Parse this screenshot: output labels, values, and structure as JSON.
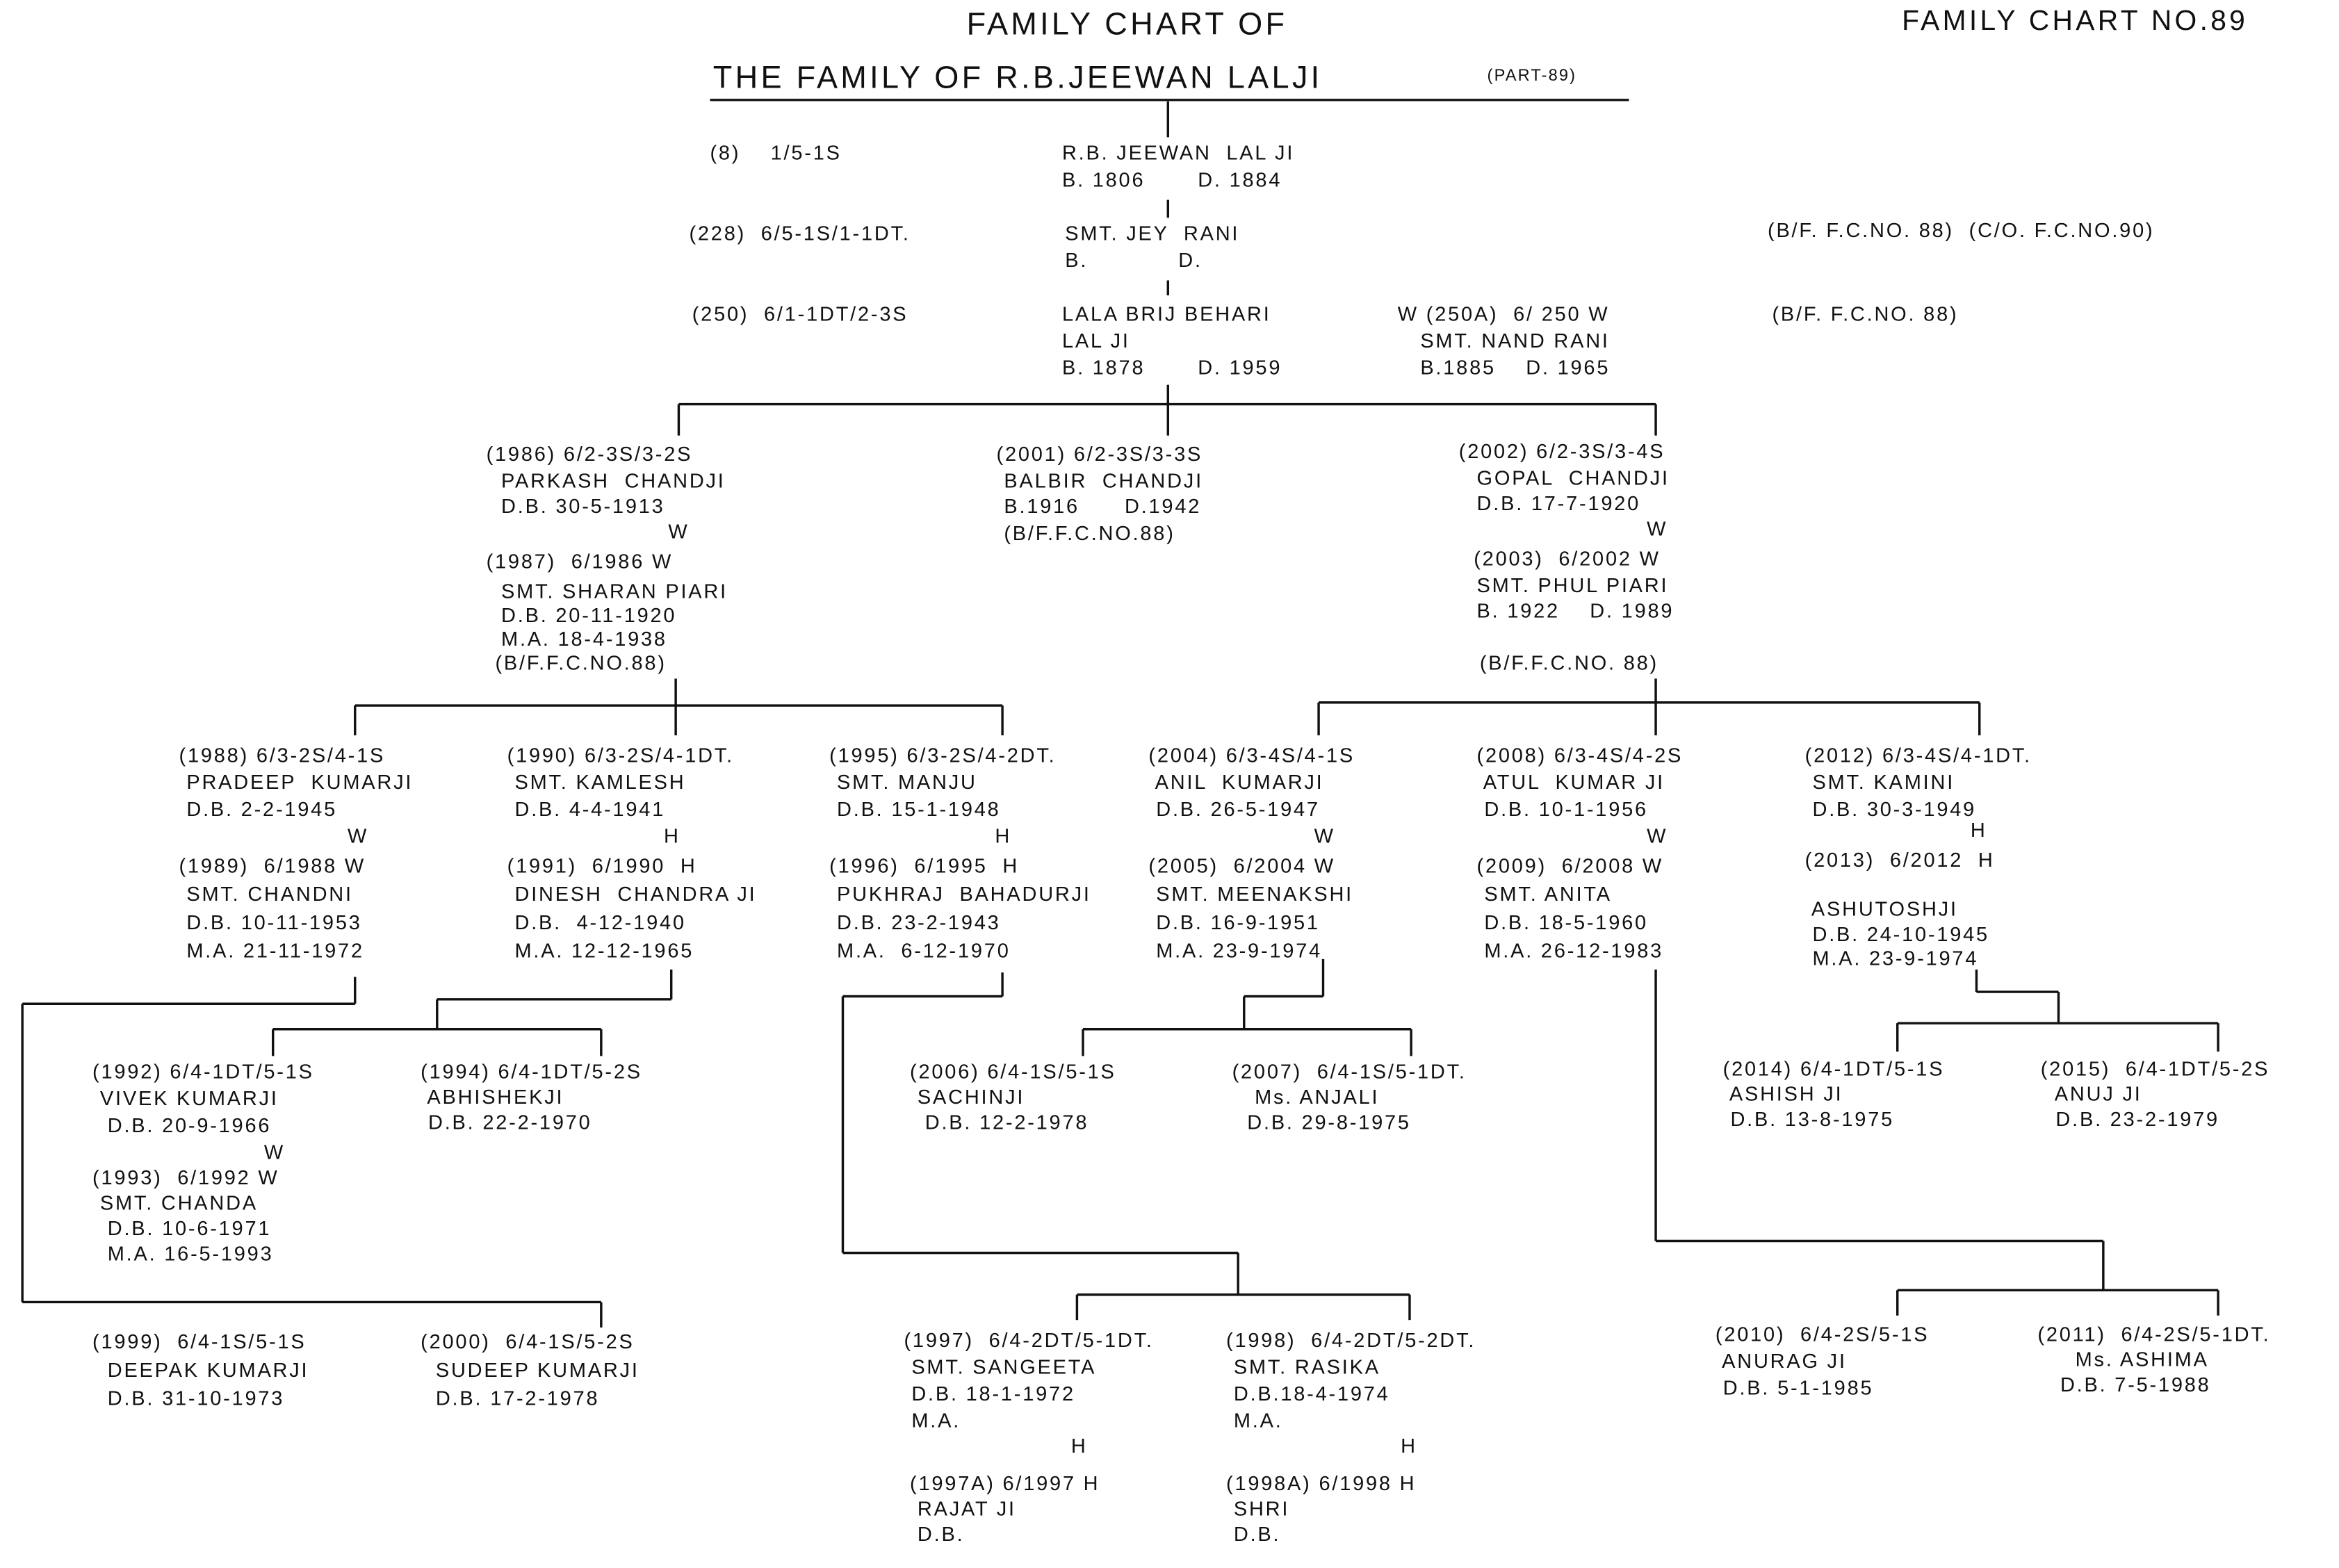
{
  "header": {
    "title_line1": "FAMILY CHART OF",
    "title_line2": "THE FAMILY OF R.B.JEEWAN LALJI",
    "part": "(PART-89)",
    "chart_no": "FAMILY CHART NO.89"
  },
  "blocks": {
    "c8": [
      "(8)    1/5-1S"
    ],
    "n8": [
      "R.B. JEEWAN  LAL JI",
      "B. 1806       D. 1884"
    ],
    "c228": [
      "(228)  6/5-1S/1-1DT."
    ],
    "n228": [
      "SMT. JEY  RANI",
      "B.            D."
    ],
    "r228": [
      "(B/F. F.C.NO. 88)  (C/O. F.C.NO.90)"
    ],
    "c250": [
      "(250)  6/1-1DT/2-3S"
    ],
    "n250": [
      "LALA BRIJ BEHARI",
      "LAL JI",
      "B. 1878       D. 1959"
    ],
    "n250a": [
      "W (250A)  6/ 250 W",
      "   SMT. NAND RANI",
      "   B.1885    D. 1965"
    ],
    "r250": [
      "(B/F. F.C.NO. 88)"
    ],
    "n1986h": [
      "(1986) 6/2-3S/3-2S"
    ],
    "n1986": [
      "PARKASH  CHANDJI",
      "D.B. 30-5-1913"
    ],
    "w1986": [
      "W"
    ],
    "n1987h": [
      "(1987)  6/1986 W"
    ],
    "n1987": [
      "SMT. SHARAN PIARI",
      "D.B. 20-11-1920",
      "M.A. 18-4-1938"
    ],
    "n1987r": [
      "(B/F.F.C.NO.88)"
    ],
    "n2001": [
      "(2001) 6/2-3S/3-3S",
      " BALBIR  CHANDJI",
      " B.1916      D.1942",
      " (B/F.F.C.NO.88)"
    ],
    "n2002h": [
      "(2002) 6/2-3S/3-4S"
    ],
    "n2002": [
      "GOPAL  CHANDJI",
      "D.B. 17-7-1920"
    ],
    "w2002": [
      "W"
    ],
    "n2003h": [
      "(2003)  6/2002 W"
    ],
    "n2003": [
      "SMT. PHUL PIARI",
      "B. 1922    D. 1989"
    ],
    "n2003r": [
      "(B/F.F.C.NO. 88)"
    ],
    "n1988": [
      "(1988) 6/3-2S/4-1S",
      " PRADEEP  KUMARJI",
      " D.B. 2-2-1945"
    ],
    "w1988": [
      "W"
    ],
    "n1989": [
      "(1989)  6/1988 W",
      " SMT. CHANDNI",
      " D.B. 10-11-1953",
      " M.A. 21-11-1972"
    ],
    "n1990": [
      "(1990) 6/3-2S/4-1DT.",
      " SMT. KAMLESH",
      " D.B. 4-4-1941"
    ],
    "h1990": [
      "H"
    ],
    "n1991": [
      "(1991)  6/1990  H",
      " DINESH  CHANDRA JI",
      " D.B.  4-12-1940",
      " M.A. 12-12-1965"
    ],
    "n1995": [
      "(1995) 6/3-2S/4-2DT.",
      " SMT. MANJU",
      " D.B. 15-1-1948"
    ],
    "h1995": [
      "H"
    ],
    "n1996": [
      "(1996)  6/1995  H",
      " PUKHRAJ  BAHADURJI",
      " D.B. 23-2-1943",
      " M.A.  6-12-1970"
    ],
    "n2004": [
      "(2004) 6/3-4S/4-1S",
      " ANIL  KUMARJI",
      " D.B. 26-5-1947"
    ],
    "w2004": [
      "W"
    ],
    "n2005": [
      "(2005)  6/2004 W",
      " SMT. MEENAKSHI",
      " D.B. 16-9-1951",
      " M.A. 23-9-1974"
    ],
    "n2008": [
      "(2008) 6/3-4S/4-2S",
      " ATUL  KUMAR JI",
      " D.B. 10-1-1956"
    ],
    "w2008": [
      "W"
    ],
    "n2009": [
      "(2009)  6/2008 W",
      " SMT. ANITA",
      " D.B. 18-5-1960",
      " M.A. 26-12-1983"
    ],
    "n2012": [
      "(2012) 6/3-4S/4-1DT.",
      " SMT. KAMINI",
      " D.B. 30-3-1949"
    ],
    "h2012": [
      "H"
    ],
    "n2013": [
      "(2013)  6/2012  H",
      "",
      " ASHUTOSHJI",
      " D.B. 24-10-1945",
      " M.A. 23-9-1974"
    ],
    "n1992": [
      "(1992) 6/4-1DT/5-1S",
      " VIVEK KUMARJI",
      "  D.B. 20-9-1966"
    ],
    "w1992": [
      "W"
    ],
    "n1993": [
      "(1993)  6/1992 W",
      " SMT. CHANDA",
      "  D.B. 10-6-1971",
      "  M.A. 16-5-1993"
    ],
    "n1994": [
      "(1994) 6/4-1DT/5-2S",
      " ABHISHEKJI",
      " D.B. 22-2-1970"
    ],
    "n2006": [
      "(2006) 6/4-1S/5-1S",
      " SACHINJI",
      "  D.B. 12-2-1978"
    ],
    "n2007": [
      "(2007)  6/4-1S/5-1DT.",
      "   Ms. ANJALI",
      "  D.B. 29-8-1975"
    ],
    "n2014": [
      "(2014) 6/4-1DT/5-1S",
      " ASHISH JI",
      " D.B. 13-8-1975"
    ],
    "n2015": [
      "(2015)  6/4-1DT/5-2S",
      "  ANUJ JI",
      "  D.B. 23-2-1979"
    ],
    "n1999": [
      "(1999)  6/4-1S/5-1S",
      "  DEEPAK KUMARJI",
      "  D.B. 31-10-1973"
    ],
    "n2000": [
      "(2000)  6/4-1S/5-2S",
      "  SUDEEP KUMARJI",
      "  D.B. 17-2-1978"
    ],
    "n1997": [
      "(1997)  6/4-2DT/5-1DT.",
      " SMT. SANGEETA",
      " D.B. 18-1-1972",
      " M.A."
    ],
    "h1997": [
      "H"
    ],
    "n1997a": [
      "(1997A) 6/1997 H",
      " RAJAT JI",
      " D.B."
    ],
    "n1998": [
      "(1998)  6/4-2DT/5-2DT.",
      " SMT. RASIKA",
      " D.B.18-4-1974",
      " M.A."
    ],
    "h1998": [
      "H"
    ],
    "n1998a": [
      "(1998A) 6/1998 H",
      " SHRI",
      " D.B."
    ],
    "n2010": [
      "(2010)  6/4-2S/5-1S",
      " ANURAG JI",
      " D.B. 5-1-1985"
    ],
    "n2011": [
      "(2011)  6/4-2S/5-1DT.",
      "     Ms. ASHIMA",
      "   D.B. 7-5-1988"
    ]
  }
}
